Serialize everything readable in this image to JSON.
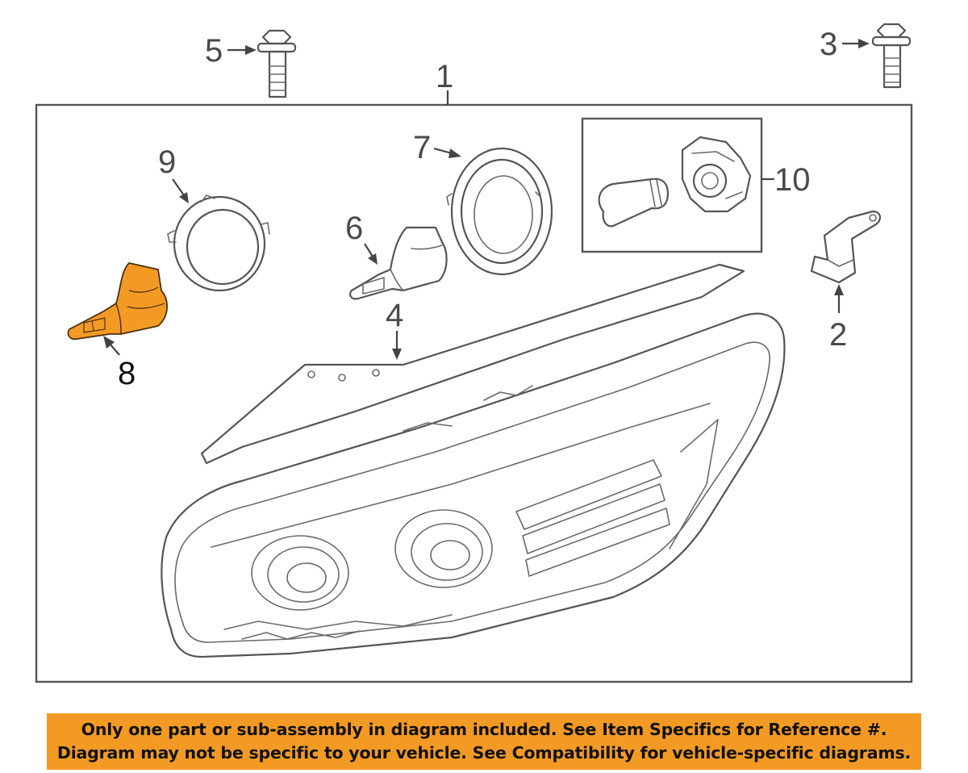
{
  "diagram": {
    "callouts": {
      "c1": "1",
      "c2": "2",
      "c3": "3",
      "c4": "4",
      "c5": "5",
      "c6": "6",
      "c7": "7",
      "c8": "8",
      "c9": "9",
      "c10": "10"
    },
    "highlight_color": "#f39a25",
    "highlighted_part": "8"
  },
  "banner": {
    "line1": "Only one part or sub-assembly in diagram included. See Item Specifics for Reference #.",
    "line2": "Diagram may not be specific to your vehicle. See Compatibility for vehicle-specific diagrams.",
    "color": "#f39a25"
  }
}
